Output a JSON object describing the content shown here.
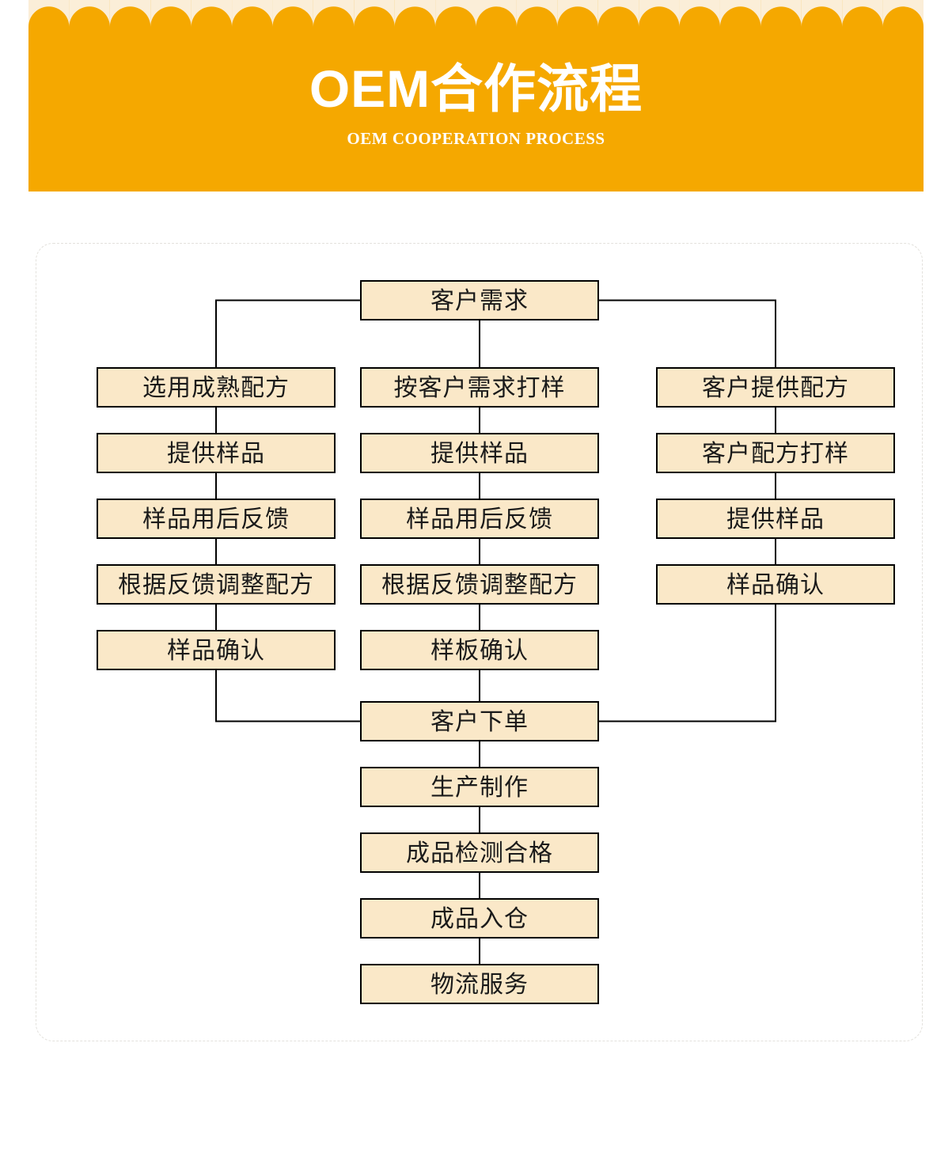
{
  "header": {
    "title": "OEM合作流程",
    "subtitle": "OEM COOPERATION PROCESS",
    "background_color": "#f5a800",
    "text_color": "#ffffff",
    "scallop_color": "#fbeed8",
    "scallop_count": 22
  },
  "flowchart": {
    "node_fill": "#fae8c8",
    "node_border": "#000000",
    "connector_color": "#000000",
    "panel_border_color": "#e3e1dc",
    "start": {
      "label": "客户需求"
    },
    "branches": [
      {
        "name": "branch-existing-formula",
        "steps": [
          {
            "label": "选用成熟配方"
          },
          {
            "label": "提供样品"
          },
          {
            "label": "样品用后反馈"
          },
          {
            "label": "根据反馈调整配方"
          },
          {
            "label": "样品确认"
          }
        ]
      },
      {
        "name": "branch-custom-sample",
        "steps": [
          {
            "label": "按客户需求打样"
          },
          {
            "label": "提供样品"
          },
          {
            "label": "样品用后反馈"
          },
          {
            "label": "根据反馈调整配方"
          },
          {
            "label": "样板确认"
          }
        ]
      },
      {
        "name": "branch-client-formula",
        "steps": [
          {
            "label": "客户提供配方"
          },
          {
            "label": "客户配方打样"
          },
          {
            "label": "提供样品"
          },
          {
            "label": "样品确认"
          }
        ]
      }
    ],
    "merge": {
      "label": "客户下单"
    },
    "tail": [
      {
        "label": "生产制作"
      },
      {
        "label": "成品检测合格"
      },
      {
        "label": "成品入仓"
      },
      {
        "label": "物流服务"
      }
    ]
  }
}
